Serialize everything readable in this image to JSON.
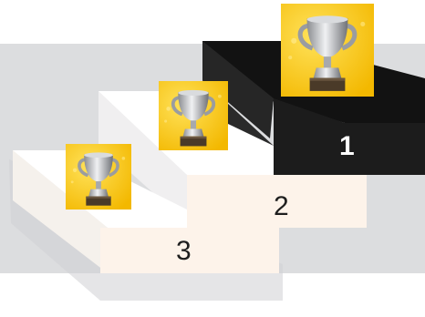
{
  "podium": {
    "places": [
      {
        "rank_label": "1",
        "prize_icon": "trophy-icon",
        "step_color": "#1c1c1c"
      },
      {
        "rank_label": "2",
        "prize_icon": "trophy-icon",
        "step_color": "#fdf3ea"
      },
      {
        "rank_label": "3",
        "prize_icon": "trophy-icon",
        "step_color": "#fdf3ea"
      }
    ]
  },
  "colors": {
    "background_band": "#dcdddf",
    "trophy_tile": "#f7c800",
    "trophy_metal": "#c9ccd2"
  }
}
